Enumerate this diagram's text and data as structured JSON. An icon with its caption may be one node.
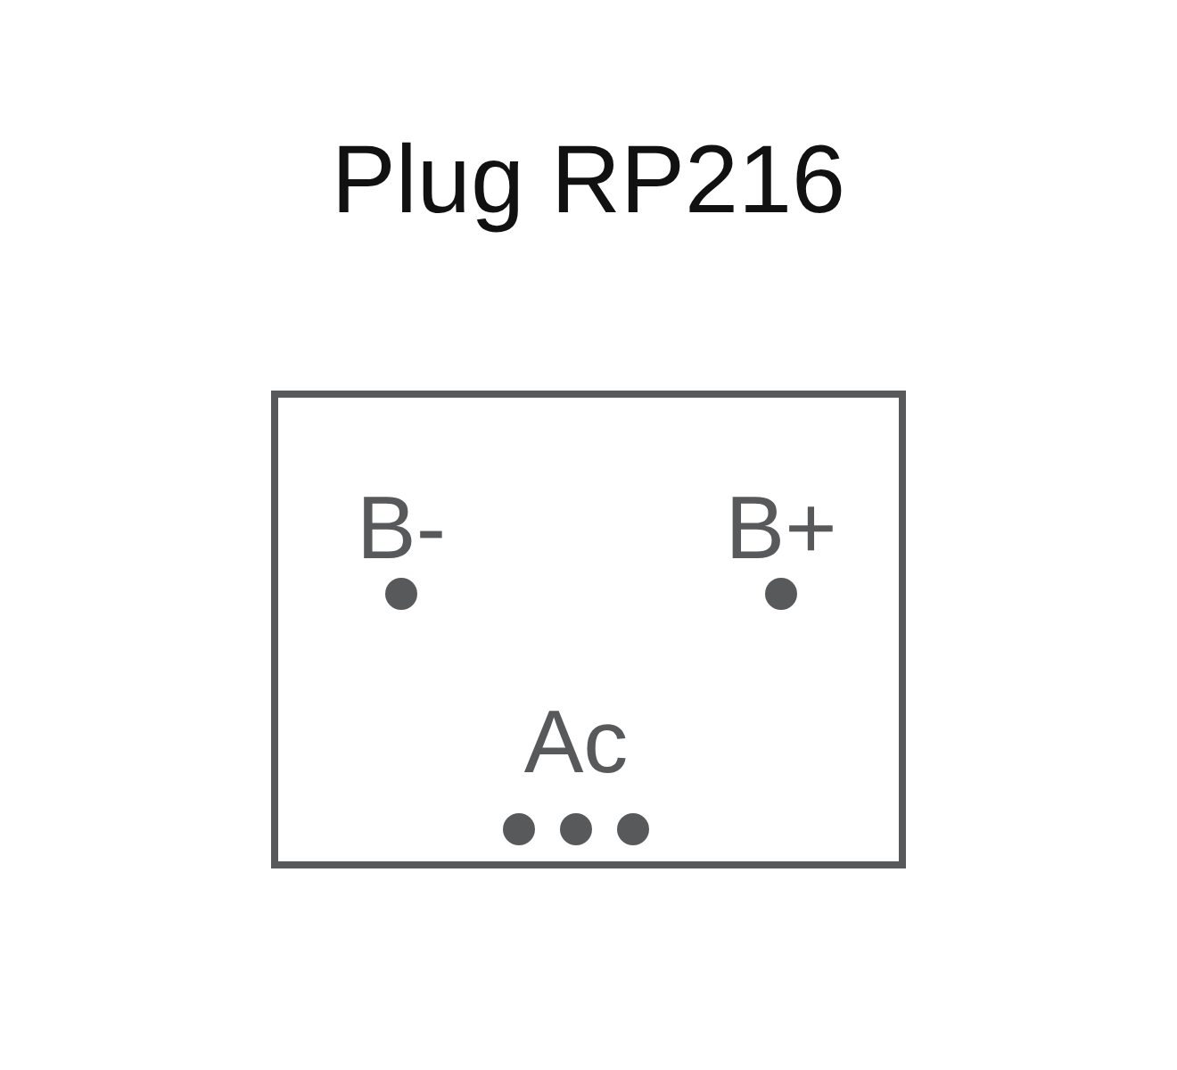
{
  "diagram": {
    "title": "Plug RP216",
    "nodes": [
      {
        "text": [],
        "shape": "box"
      },
      {
        "text": [
          "B-"
        ],
        "in": 0
      },
      {
        "text": [
          "B+"
        ],
        "in": 0
      },
      {
        "text": [
          "Ac"
        ],
        "in": 0
      }
    ],
    "edges": []
  }
}
